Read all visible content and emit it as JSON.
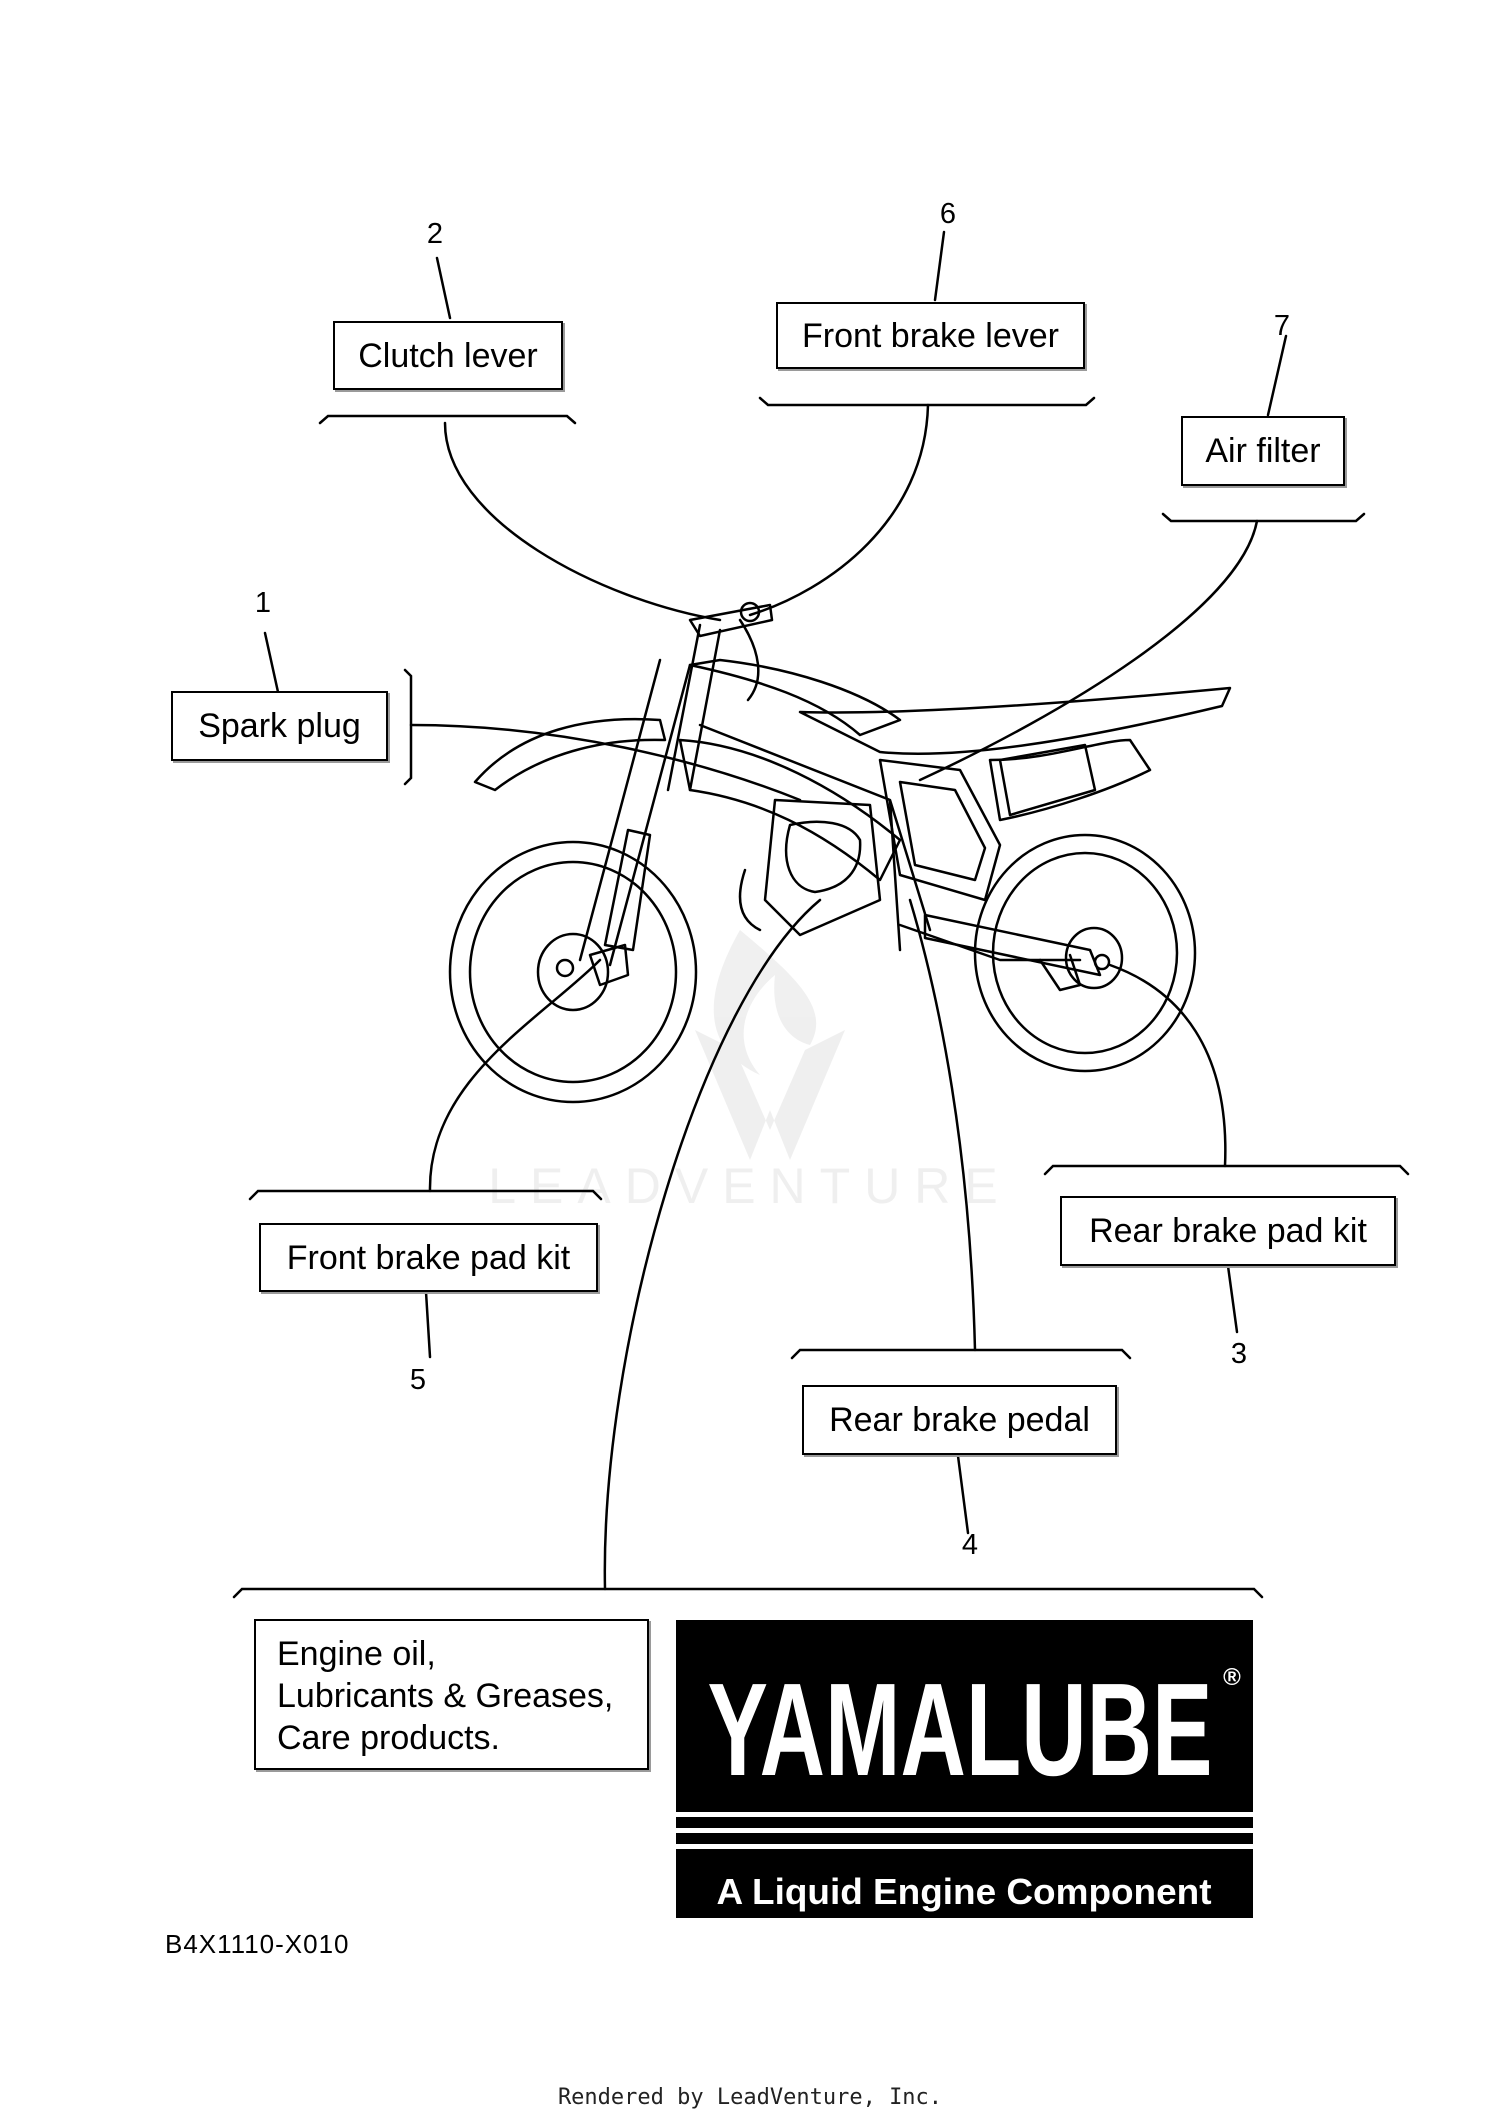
{
  "callouts": [
    {
      "number": "1",
      "label": "Spark plug"
    },
    {
      "number": "2",
      "label": "Clutch lever"
    },
    {
      "number": "3",
      "label": "Rear brake pad kit"
    },
    {
      "number": "4",
      "label": "Rear brake pedal"
    },
    {
      "number": "5",
      "label": "Front brake pad kit"
    },
    {
      "number": "6",
      "label": "Front brake lever"
    },
    {
      "number": "7",
      "label": "Air filter"
    }
  ],
  "products_box": {
    "lines": [
      "Engine oil,",
      "Lubricants & Greases,",
      "Care products."
    ]
  },
  "logo": {
    "wordmark": "YAMALUBE",
    "registered": "®",
    "tagline": "A Liquid Engine Component"
  },
  "watermark": {
    "text": "LEADVENTURE"
  },
  "diagram_code": "B4X1110-X010",
  "footer": "Rendered by LeadVenture, Inc."
}
